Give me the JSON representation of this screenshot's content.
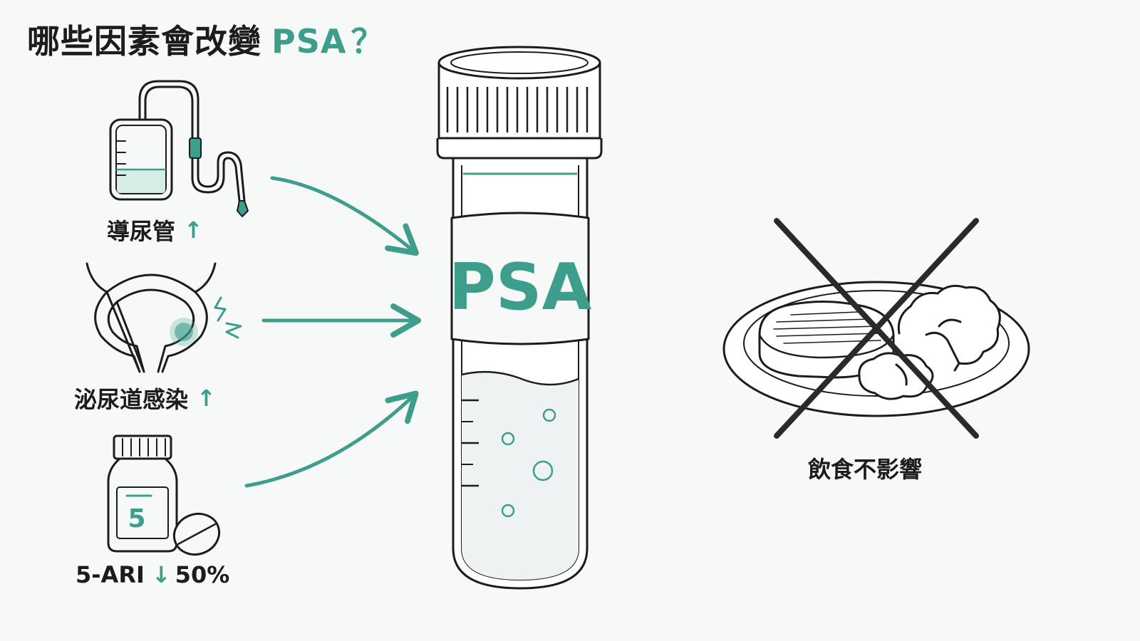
{
  "title": {
    "text": "哪些因素會改變",
    "accent": "PSA",
    "question_mark": "？"
  },
  "factors": [
    {
      "label": "導尿管",
      "direction_icon": "up-arrow-icon",
      "arrow": "↑"
    },
    {
      "label": "泌尿道感染",
      "direction_icon": "up-arrow-icon",
      "arrow": "↑"
    },
    {
      "label": "5-ARI",
      "direction_icon": "down-arrow-icon",
      "arrow": "↓",
      "value": "50%"
    }
  ],
  "tube": {
    "label": "PSA"
  },
  "pill_bottle": {
    "number": "5"
  },
  "diet": {
    "label": "飲食不影響"
  },
  "colors": {
    "accent": "#3d9e8c",
    "ink": "#1c1c1c",
    "background": "#f7f8f8"
  }
}
